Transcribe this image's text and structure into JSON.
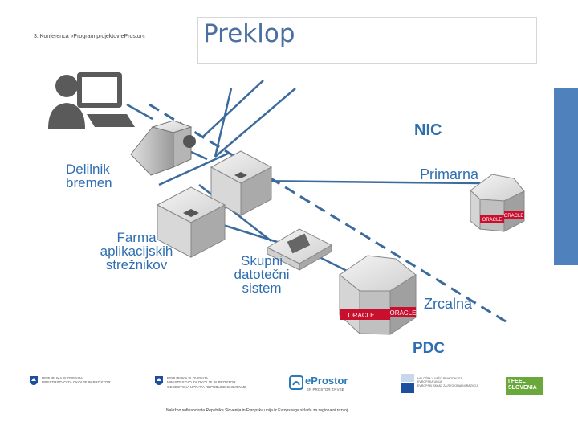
{
  "header": {
    "conference": "3. Konferenca »Program projektov eProstor«",
    "title": "Preklop"
  },
  "diagram": {
    "labels": {
      "load_balancer": [
        "Delilnik",
        "bremen"
      ],
      "app_farm": [
        "Farma",
        "aplikacijskih",
        "strežnikov"
      ],
      "shared_fs": [
        "Skupni",
        "datotečni",
        "sistem"
      ],
      "nic": "NIC",
      "primary": "Primarna",
      "mirror": "Zrcalna",
      "pdc": "PDC"
    },
    "badges": [
      "ORACLE",
      "ORACLE"
    ],
    "colors": {
      "accent": "#2f6eb0",
      "oracle": "#c8102e",
      "line": "#3b6a9c"
    }
  },
  "footer": {
    "logos": [
      {
        "name": "ministry-logo",
        "lines": [
          "REPUBLIKA SLOVENIJA",
          "MINISTRSTVO ZA OKOLJE IN PROSTOR"
        ]
      },
      {
        "name": "gurs-logo",
        "lines": [
          "REPUBLIKA SLOVENIJA",
          "MINISTRSTVO ZA OKOLJE IN PROSTOR",
          "GEODETSKA UPRAVA REPUBLIKE SLOVENIJE"
        ]
      },
      {
        "name": "eprostor-logo",
        "lines": [
          "eProstor",
          "EN PROSTOR ZA VSE"
        ]
      },
      {
        "name": "eu-logo",
        "lines": [
          "NALOŽBA V VAŠO PRIHODNOST",
          "EVROPSKA UNIJA",
          "EVROPSKI SKLAD ZA REGIONALNI RAZVOJ"
        ]
      },
      {
        "name": "feel-slovenia-logo",
        "lines": [
          "I FEEL",
          "SLOVENIA"
        ]
      }
    ],
    "note": "Naložbo sofinancirata Republika Slovenija in Evropska unija iz Evropskega sklada za regionalni razvoj."
  }
}
